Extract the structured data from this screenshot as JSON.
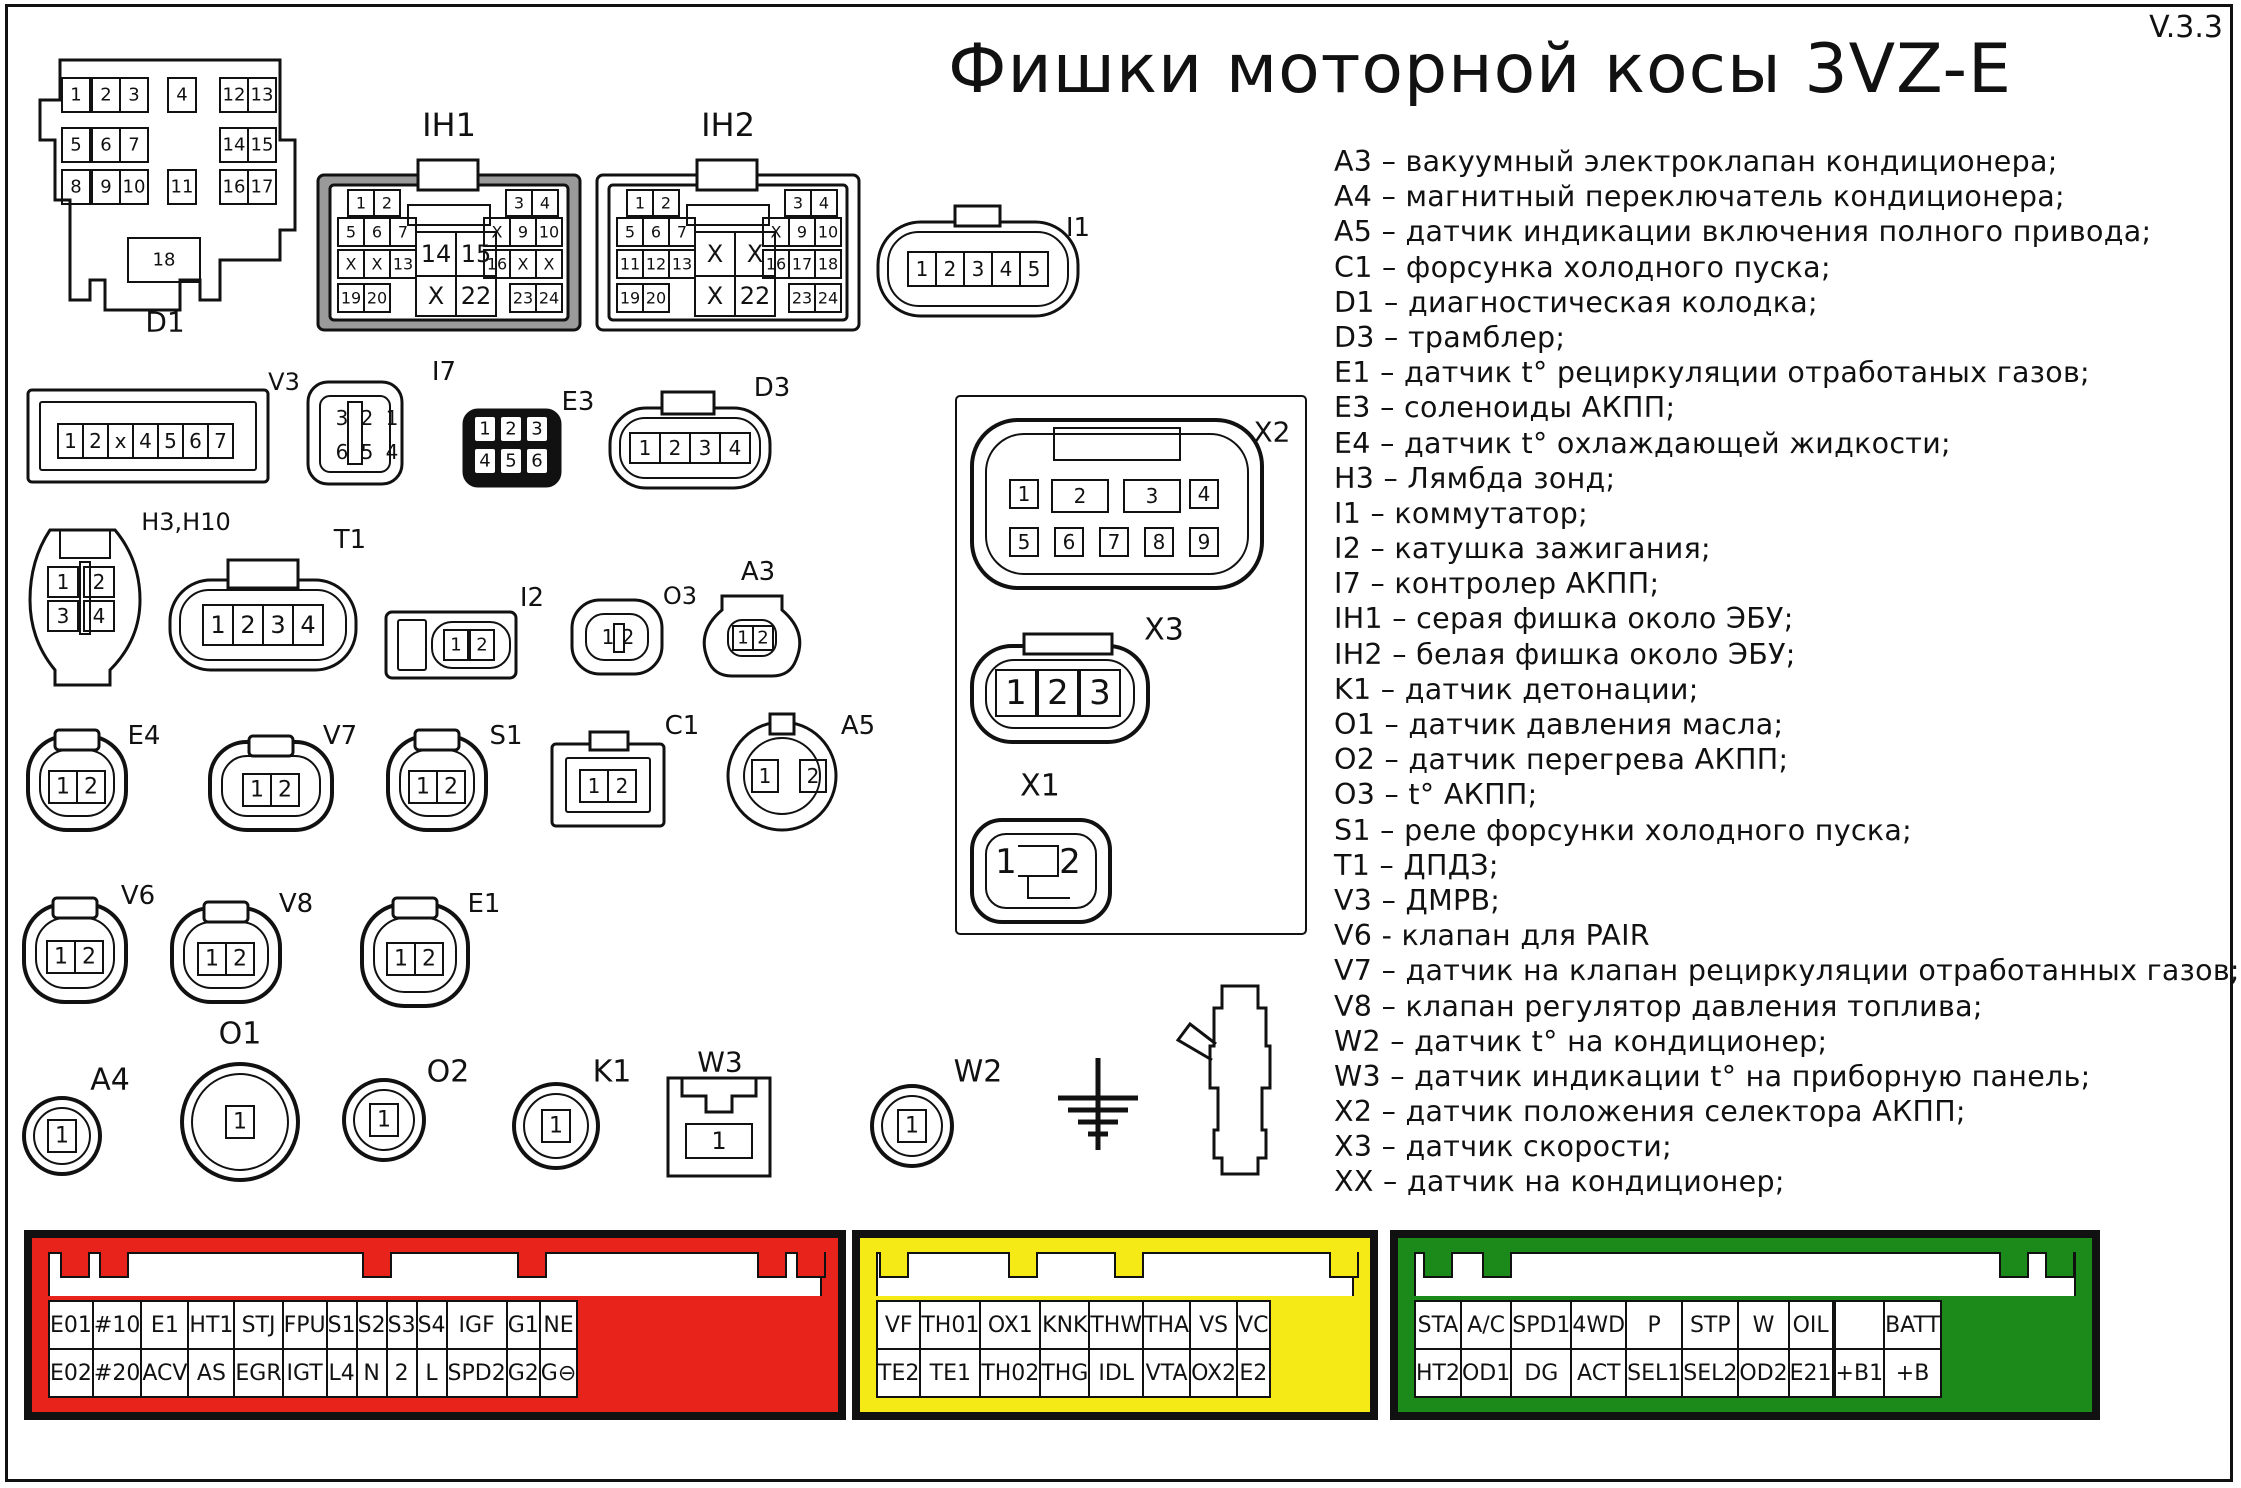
{
  "version": "V.3.3",
  "title": "Фишки моторной косы 3VZ-E",
  "legend": [
    "A3 – вакуумный электроклапан кондиционера;",
    "A4 – магнитный переключатель кондиционера;",
    "A5 – датчик индикации включения полного привода;",
    "C1 – форсунка холодного пуска;",
    "D1 – диагностическая колодка;",
    "D3 – трамблер;",
    "E1 – датчик t° рециркуляции отработаных газов;",
    "E3 – соленоиды АКПП;",
    "E4 – датчик t° охлаждающей жидкости;",
    "H3 – Лямбда зонд;",
    "I1 – коммутатор;",
    "I2 – катушка зажигания;",
    "I7 – контролер АКПП;",
    "IH1 – серая фишка около ЭБУ;",
    "IH2 – белая фишка около ЭБУ;",
    "K1 – датчик детонации;",
    "O1 – датчик давления масла;",
    "O2 – датчик перегрева АКПП;",
    "O3 – t° АКПП;",
    "S1 – реле форсунки холодного пуска;",
    "T1 – ДПДЗ;",
    "V3 – ДМРВ;",
    "V6 - клапан для PAIR",
    "V7 – датчик на клапан рециркуляции отработанных газов;",
    "V8 – клапан регулятор давления топлива;",
    "W2 – датчик t° на кондиционер;",
    "W3 – датчик индикации t° на приборную панель;",
    "X2 – датчик положения селектора АКПП;",
    "X3 – датчик скорости;",
    "XX – датчик на кондиционер;"
  ],
  "connectors": {
    "D1": {
      "label": "D1",
      "pins": [
        "1",
        "2",
        "3",
        "4",
        "12",
        "13",
        "5",
        "6",
        "7",
        "14",
        "15",
        "8",
        "9",
        "10",
        "11",
        "16",
        "17",
        "18"
      ]
    },
    "IH1": {
      "label": "IH1",
      "pins": [
        "1",
        "2",
        "3",
        "4",
        "5",
        "6",
        "7",
        "X",
        "9",
        "10",
        "14",
        "15",
        "X",
        "X",
        "13",
        "16",
        "X",
        "X",
        "19",
        "20",
        "X",
        "22",
        "23",
        "24"
      ]
    },
    "IH2": {
      "label": "IH2",
      "pins": [
        "1",
        "2",
        "3",
        "4",
        "5",
        "6",
        "7",
        "X",
        "9",
        "10",
        "X",
        "X",
        "11",
        "12",
        "13",
        "16",
        "17",
        "18",
        "19",
        "20",
        "X",
        "22",
        "23",
        "24"
      ]
    },
    "I1": {
      "label": "I1",
      "pins": [
        "1",
        "2",
        "3",
        "4",
        "5"
      ]
    },
    "V3": {
      "label": "V3",
      "pins": [
        "1",
        "2",
        "x",
        "4",
        "5",
        "6",
        "7"
      ]
    },
    "I7": {
      "label": "I7",
      "pins": [
        "3",
        "2",
        "1",
        "6",
        "5",
        "4"
      ]
    },
    "E3": {
      "label": "E3",
      "pins": [
        "1",
        "2",
        "3",
        "4",
        "5",
        "6"
      ]
    },
    "D3": {
      "label": "D3",
      "pins": [
        "1",
        "2",
        "3",
        "4"
      ]
    },
    "H3": {
      "label": "H3,H10",
      "pins": [
        "1",
        "2",
        "3",
        "4"
      ]
    },
    "T1": {
      "label": "T1",
      "pins": [
        "1",
        "2",
        "3",
        "4"
      ]
    },
    "I2": {
      "label": "I2",
      "pins": [
        "1",
        "2"
      ]
    },
    "O3": {
      "label": "O3",
      "pins": [
        "1",
        "2"
      ]
    },
    "A3": {
      "label": "A3",
      "pins": [
        "1",
        "2"
      ]
    },
    "E4": {
      "label": "E4",
      "pins": [
        "1",
        "2"
      ]
    },
    "V7": {
      "label": "V7",
      "pins": [
        "1",
        "2"
      ]
    },
    "S1": {
      "label": "S1",
      "pins": [
        "1",
        "2"
      ]
    },
    "C1": {
      "label": "C1",
      "pins": [
        "1",
        "2"
      ]
    },
    "A5": {
      "label": "A5",
      "pins": [
        "1",
        "2"
      ]
    },
    "V6": {
      "label": "V6",
      "pins": [
        "1",
        "2"
      ]
    },
    "V8": {
      "label": "V8",
      "pins": [
        "1",
        "2"
      ]
    },
    "E1": {
      "label": "E1",
      "pins": [
        "1",
        "2"
      ]
    },
    "A4": {
      "label": "A4",
      "pins": [
        "1"
      ]
    },
    "O1": {
      "label": "O1",
      "pins": [
        "1"
      ]
    },
    "O2": {
      "label": "O2",
      "pins": [
        "1"
      ]
    },
    "K1": {
      "label": "K1",
      "pins": [
        "1"
      ]
    },
    "W3": {
      "label": "W3",
      "pins": [
        "1"
      ]
    },
    "W2": {
      "label": "W2",
      "pins": [
        "1"
      ]
    },
    "X2": {
      "label": "X2",
      "pins": [
        "1",
        "2",
        "3",
        "4",
        "5",
        "6",
        "7",
        "8",
        "9"
      ]
    },
    "X3": {
      "label": "X3",
      "pins": [
        "1",
        "2",
        "3"
      ]
    },
    "X1": {
      "label": "X1",
      "pins": [
        "1",
        "2"
      ]
    }
  },
  "ecu": [
    {
      "color": "#e8231c",
      "rows": [
        [
          "E01",
          "#10",
          "E1",
          "HT1",
          "STJ",
          "FPU",
          "S1",
          "S2",
          "S3",
          "S4",
          "IGF",
          "G1",
          "NE"
        ],
        [
          "E02",
          "#20",
          "ACV",
          "AS",
          "EGR",
          "IGT",
          "L4",
          "N",
          "2",
          "L",
          "SPD2",
          "G2",
          "G⊖"
        ]
      ]
    },
    {
      "color": "#f5e916",
      "rows": [
        [
          "VF",
          "TH01",
          "OX1",
          "KNK",
          "THW",
          "THA",
          "VS",
          "VC"
        ],
        [
          "TE2",
          "TE1",
          "TH02",
          "THG",
          "IDL",
          "VTA",
          "OX2",
          "E2"
        ]
      ]
    },
    {
      "color": "#1b8a1b",
      "rows": [
        [
          "STA",
          "A/C",
          "SPD1",
          "4WD",
          "P",
          "STP",
          "W",
          "OIL",
          "",
          "",
          "BATT"
        ],
        [
          "HT2",
          "OD1",
          "DG",
          "ACT",
          "SEL1",
          "SEL2",
          "OD2",
          "E21",
          "",
          "+B1",
          "+B"
        ]
      ]
    }
  ]
}
